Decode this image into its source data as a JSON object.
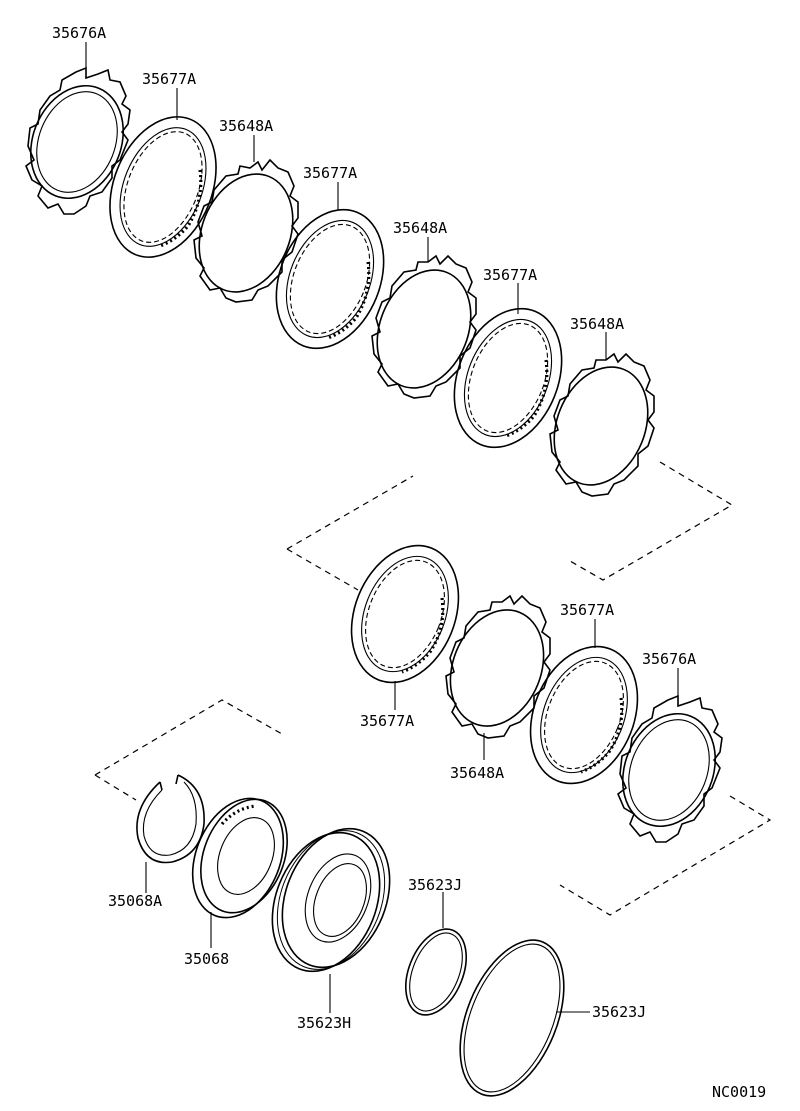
{
  "diagram": {
    "labels": {
      "steel_plate_top": "35676A",
      "disc_1": "35677A",
      "plate_1": "35648A",
      "disc_2": "35677A",
      "plate_2": "35648A",
      "disc_3": "35677A",
      "plate_3": "35648A",
      "disc_4": "35677A",
      "plate_4": "35648A",
      "disc_5": "35677A",
      "steel_plate_bottom": "35676A",
      "snap_ring": "35068A",
      "retainer": "35068",
      "piston": "35623H",
      "o_ring_small": "35623J",
      "o_ring_large": "35623J"
    },
    "figure_code": "NC0019"
  }
}
